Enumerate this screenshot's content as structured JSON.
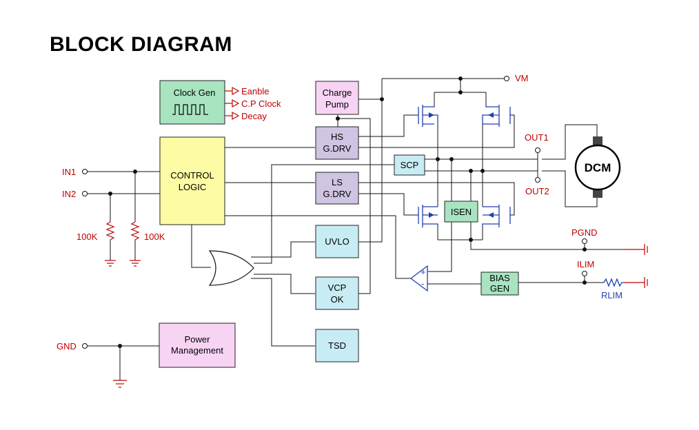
{
  "title": "BLOCK DIAGRAM",
  "colors": {
    "green_block": "#a8e4c0",
    "yellow_block": "#fdfca4",
    "lavender_block": "#cfc4e2",
    "cyan_block": "#c8ecf4",
    "pink_block": "#f8d4f4",
    "label_red": "#c00000",
    "label_blue": "#1f3fb0"
  },
  "blocks": {
    "clock_gen": "Clock Gen",
    "control_logic": [
      "CONTROL",
      "LOGIC"
    ],
    "charge_pump": [
      "Charge",
      "Pump"
    ],
    "hs_gdrv": [
      "HS",
      "G.DRV"
    ],
    "ls_gdrv": [
      "LS",
      "G.DRV"
    ],
    "scp": "SCP",
    "isen": "ISEN",
    "uvlo": "UVLO",
    "vcp_ok": [
      "VCP",
      "OK"
    ],
    "tsd": "TSD",
    "bias_gen": [
      "BIAS",
      "GEN"
    ],
    "power_management": [
      "Power",
      "Management"
    ],
    "motor": "DCM"
  },
  "clock_outputs": [
    "Eanble",
    "C.P Clock",
    "Decay"
  ],
  "pins": {
    "in1": "IN1",
    "in2": "IN2",
    "gnd": "GND",
    "vm": "VM",
    "out1": "OUT1",
    "out2": "OUT2",
    "pgnd": "PGND",
    "ilim": "ILIM"
  },
  "components": {
    "pulldown_1": "100K",
    "pulldown_2": "100K",
    "rlim": "RLIM"
  },
  "comparator_signs": [
    "+",
    "-"
  ]
}
